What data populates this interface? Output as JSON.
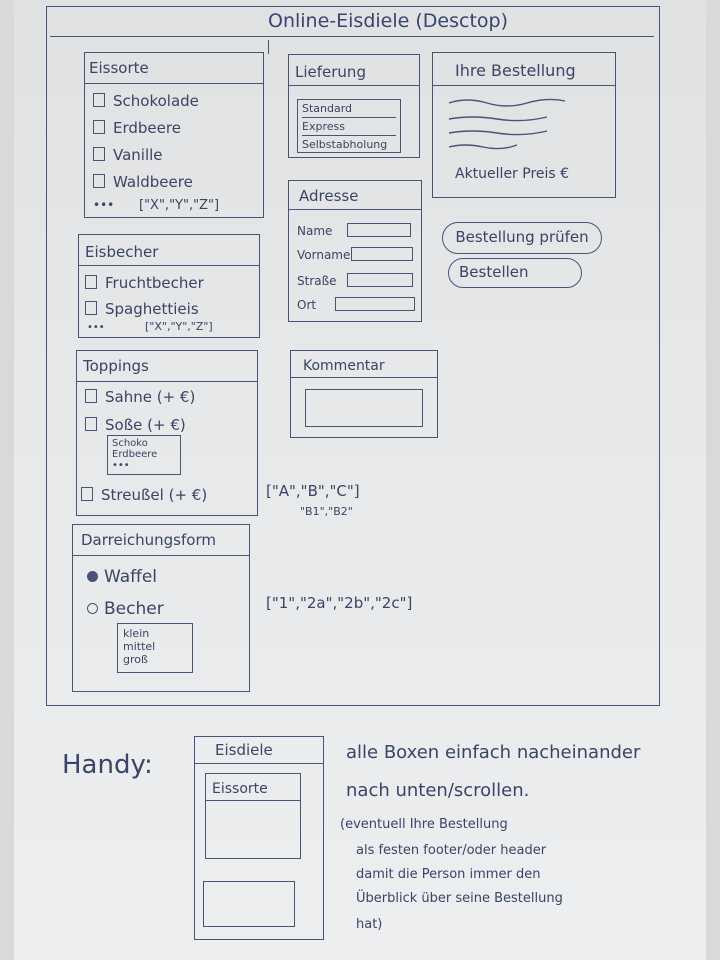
{
  "title": "Online-Eisdiele (Desctop)",
  "eissorte": {
    "heading": "Eissorte",
    "items": [
      "Schokolade",
      "Erdbeere",
      "Vanille",
      "Waldbeere"
    ],
    "more": "•••",
    "array": "[\"X\",\"Y\",\"Z\"]"
  },
  "eisbecher": {
    "heading": "Eisbecher",
    "items": [
      "Fruchtbecher",
      "Spaghettieis"
    ],
    "more": "•••",
    "array": "[\"X\",\"Y\",\"Z\"]"
  },
  "toppings": {
    "heading": "Toppings",
    "sahne": "Sahne (+   €)",
    "sosse": "Soße (+   €)",
    "sosse_options": [
      "Schoko",
      "Erdbeere",
      "•••"
    ],
    "streusel": "Streußel (+ €)",
    "array": "[\"A\",\"B\",\"C\"]",
    "array_sub": "\"B1\",\"B2\""
  },
  "darreichungsform": {
    "heading": "Darreichungsform",
    "waffel": "Waffel",
    "becher": "Becher",
    "sizes": [
      "klein",
      "mittel",
      "groß"
    ],
    "array": "[\"1\",\"2a\",\"2b\",\"2c\"]"
  },
  "lieferung": {
    "heading": "Lieferung",
    "options": [
      "Standard",
      "Express",
      "Selbstabholung"
    ]
  },
  "adresse": {
    "heading": "Adresse",
    "fields": [
      "Name",
      "Vorname",
      "Straße",
      "Ort"
    ]
  },
  "kommentar": {
    "heading": "Kommentar"
  },
  "bestellung": {
    "heading": "Ihre Bestellung",
    "price": "Aktueller Preis €"
  },
  "buttons": {
    "pruefen": "Bestellung prüfen",
    "bestellen": "Bestellen"
  },
  "handy": {
    "label": "Handy:",
    "header": "Eisdiele",
    "box": "Eissorte"
  },
  "notes": {
    "line1": "alle Boxen einfach nacheinander",
    "line2": "nach unten/scrollen.",
    "line3": "(eventuell Ihre Bestellung",
    "line4": "als festen footer/oder header",
    "line5": "damit die Person immer den",
    "line6": "Überblick über seine Bestellung",
    "line7": "hat)"
  }
}
